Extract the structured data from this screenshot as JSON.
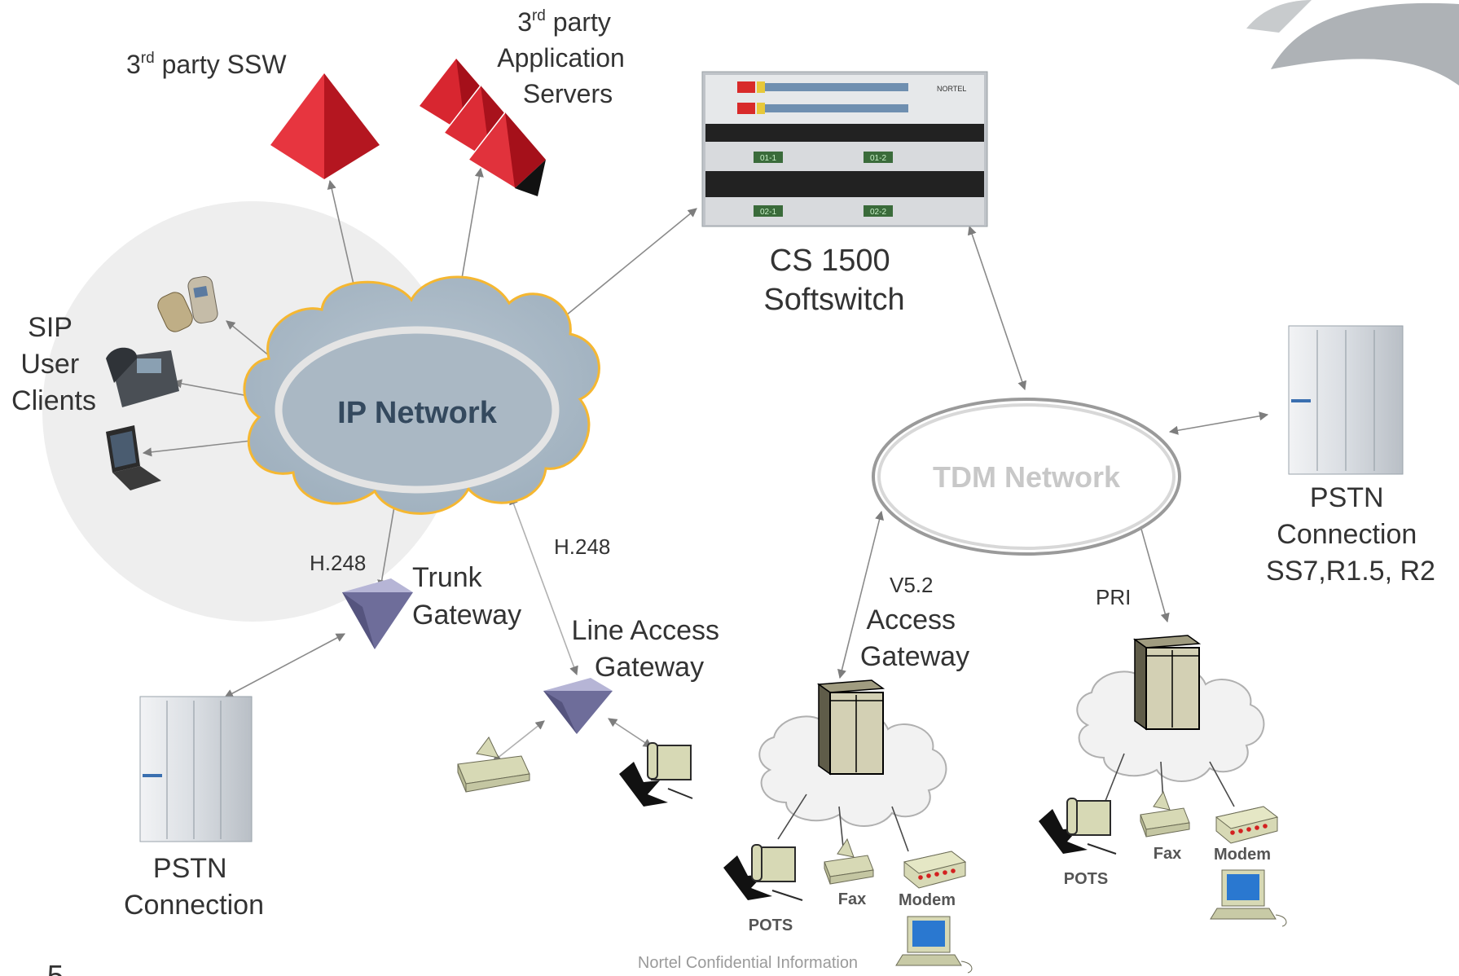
{
  "labels": {
    "ssw_sup": "rd",
    "ssw_rest": " party SSW",
    "ssw_num": "3",
    "app_num": "3",
    "app_sup": "rd",
    "app_rest": " party",
    "app_line2": "Application",
    "app_line3": "Servers",
    "cs_line1": "CS 1500",
    "cs_line2": "Softswitch",
    "sip_line1": "SIP",
    "sip_line2": "User",
    "sip_line3": "Clients",
    "ip_network": "IP Network",
    "tdm_network": "TDM Network",
    "pstn_right_1": "PSTN",
    "pstn_right_2": "Connection",
    "pstn_right_3": "SS7,R1.5, R2",
    "h248_left": "H.248",
    "h248_right": "H.248",
    "trunk_1": "Trunk",
    "trunk_2": "Gateway",
    "line_access_1": "Line Access",
    "line_access_2": "Gateway",
    "v52": "V5.2",
    "access_1": "Access",
    "access_2": "Gateway",
    "pri": "PRI",
    "pstn_left_1": "PSTN",
    "pstn_left_2": "Connection",
    "pots_1": "POTS",
    "fax_1": "Fax",
    "modem_1": "Modem",
    "pots_2": "POTS",
    "fax_2": "Fax",
    "modem_2": "Modem",
    "rack_tag_a": "01-1",
    "rack_tag_b": "01-2",
    "rack_tag_c": "02-1",
    "rack_tag_d": "02-2",
    "brand": "NORTEL",
    "footer": "Nortel Confidential Information",
    "page_number": "5"
  },
  "colors": {
    "cloud_fill": "#a9b7c3",
    "cloud_border": "#f5b731",
    "ring": "#e4e4e4",
    "pyramid_red": "#d11f2a",
    "gateway_blue": "#6e6d9a",
    "arrow": "#8a8a8a",
    "text_dark": "#333333",
    "tdm_text": "#c8c8c8"
  }
}
